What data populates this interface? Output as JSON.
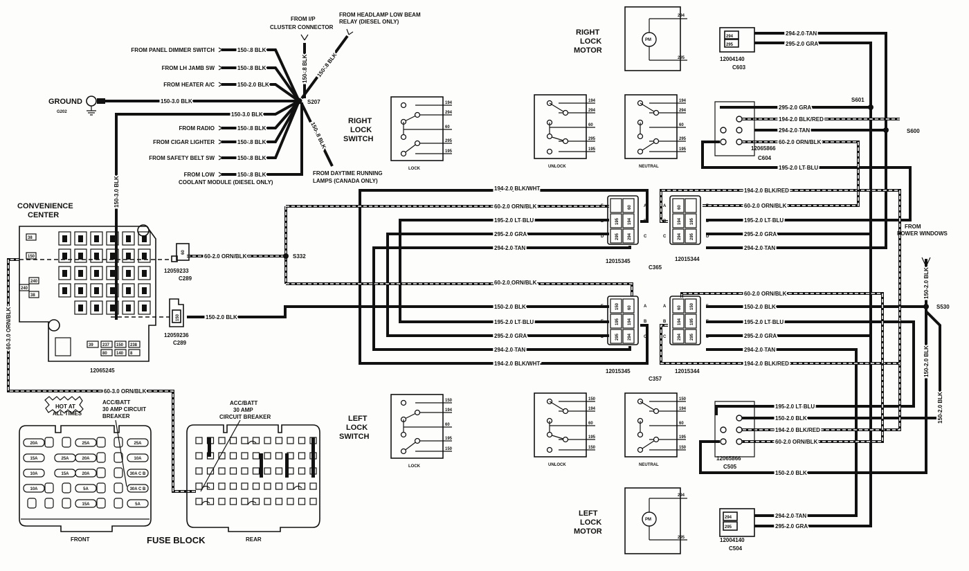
{
  "ground": {
    "title": "GROUND",
    "id": "G202",
    "wire": "150-3.0 BLK"
  },
  "s207": {
    "id": "S207",
    "inputs": [
      {
        "from": "FROM PANEL DIMMER SWITCH",
        "wire": "150-.8 BLK"
      },
      {
        "from": "FROM LH JAMB SW",
        "wire": "150-.8 BLK"
      },
      {
        "from": "FROM HEATER A/C",
        "wire": "150-2.0 BLK"
      },
      {
        "from": "FROM RADIO",
        "wire": "150-.8 BLK"
      },
      {
        "from": "FROM CIGAR LIGHTER",
        "wire": "150-.8 BLK"
      },
      {
        "from": "FROM SAFETY BELT SW",
        "wire": "150-.8 BLK"
      },
      {
        "from": "FROM LOW",
        "from2": "COOLANT MODULE (DIESEL ONLY)",
        "wire": "150-.8 BLK"
      }
    ],
    "down_wire": "150-3.0 BLK",
    "vertical_wire": "150-3.0 BLK",
    "ip_cluster": {
      "line1": "FROM I/P",
      "line2": "CLUSTER  CONNECTOR",
      "wire": "150-.8 BLK"
    },
    "headlamp": {
      "line1": "FROM HEADLAMP LOW BEAM",
      "line2": "RELAY (DIESEL ONLY)",
      "wire": "150-.8 BLK"
    },
    "drl": {
      "line1": "FROM DAYTIME RUNNING",
      "line2": "LAMPS (CANADA ONLY)",
      "wire": "150-.8 BLK"
    }
  },
  "convenience_center": {
    "title1": "CONVENIENCE",
    "title2": "CENTER",
    "part": "12065245",
    "cells": [
      "38",
      "150",
      "240",
      "240",
      "38"
    ],
    "lower_cells": [
      "39",
      "237",
      "150",
      "238",
      "80",
      "140",
      "8"
    ]
  },
  "c289_upper": {
    "pin": "60",
    "part": "12059233",
    "id": "C289",
    "wire": "60-2.0 ORN/BLK"
  },
  "c289_lower": {
    "pin": "150",
    "part": "12059236",
    "id": "C289",
    "wire": "150-2.0 BLK"
  },
  "s332": {
    "id": "S332"
  },
  "orn_feed": {
    "wire_v": "60-3.0 ORN/BLK",
    "wire_h": "60-3.0 ORN/BLK"
  },
  "c365": {
    "id": "C365",
    "left": {
      "part": "12015345",
      "pins": [
        "60",
        "195",
        "194",
        "295",
        "294"
      ],
      "letters": [
        "F",
        "E",
        "D",
        "A",
        "B",
        "C"
      ],
      "wires": [
        "194-2.0 BLK/WHT",
        "60-2.0 ORN/BLK",
        "195-2.0 LT BLU",
        "295-2.0 GRA",
        "294-2.0 TAN"
      ]
    },
    "right": {
      "part": "12015344",
      "pins": [
        "60",
        "194",
        "195",
        "294",
        "295"
      ],
      "letters": [
        "A",
        "B",
        "C",
        "F",
        "E",
        "D"
      ],
      "wires": [
        "194-2.0 BLK/RED",
        "60-2.0 ORN/BLK",
        "195-2.0 LT BLU",
        "295-2.0 GRA",
        "294-2.0 TAN"
      ]
    }
  },
  "c357": {
    "id": "C357",
    "left": {
      "part": "12015345",
      "pins": [
        "150",
        "60",
        "195",
        "194",
        "295",
        "294"
      ],
      "letters": [
        "F",
        "E",
        "D",
        "A",
        "B",
        "C"
      ],
      "wires": [
        "60-2.0 ORN/BLK",
        "150-2.0 BLK",
        "195-2.0 LT BLU",
        "295-2.0 GRA",
        "294-2.0 TAN",
        "194-2.0 BLK/WHT"
      ]
    },
    "right": {
      "part": "12015344",
      "pins": [
        "60",
        "150",
        "194",
        "195",
        "294",
        "295"
      ],
      "letters": [
        "A",
        "B",
        "C",
        "F",
        "E",
        "D"
      ],
      "wires": [
        "60-2.0 ORN/BLK",
        "150-2.0 BLK",
        "195-2.0 LT BLU",
        "295-2.0 GRA",
        "294-2.0 TAN",
        "194-2.0 BLK/RED"
      ]
    }
  },
  "power_windows": {
    "line1": "FROM",
    "line2": "POWER WINDOWS",
    "wire": "150-2.0 BLK"
  },
  "s530": {
    "id": "S530",
    "wire_down": "150-2.0 BLK",
    "wire_diag": "150-2.0 BLK"
  },
  "right_lock_motor": {
    "t1": "RIGHT",
    "t2": "LOCK",
    "t3": "MOTOR",
    "motor": "PM",
    "pin_top": "294",
    "pin_bottom": "295"
  },
  "c603": {
    "pins": [
      "294",
      "295"
    ],
    "part": "12004140",
    "id": "C603",
    "wires": [
      "294-2.0 TAN",
      "295-2.0 GRA"
    ]
  },
  "right_lock_switch": {
    "t1": "RIGHT",
    "t2": "LOCK",
    "t3": "SWITCH",
    "caption": "LOCK",
    "pins": [
      "194",
      "294",
      "60",
      "295",
      "195"
    ]
  },
  "right_unlock": {
    "caption": "UNLOCK",
    "pins": [
      "194",
      "294",
      "60",
      "295",
      "195"
    ]
  },
  "right_neutral": {
    "caption": "NEUTRAL",
    "pins": [
      "194",
      "294",
      "60",
      "295",
      "195"
    ]
  },
  "c604": {
    "part": "12065866",
    "id": "C604",
    "s601": "S601",
    "s600": "S600",
    "wires": [
      "295-2.0 GRA",
      "194-2.0 BLK/RED",
      "294-2.0 TAN",
      "60-2.0 ORN/BLK",
      "195-2.0 LT BLU"
    ]
  },
  "left_lock_switch": {
    "t1": "LEFT",
    "t2": "LOCK",
    "t3": "SWITCH",
    "caption": "LOCK",
    "pins": [
      "150",
      "194",
      "60",
      "195",
      "150"
    ]
  },
  "left_unlock": {
    "caption": "UNLOCK",
    "pins": [
      "150",
      "194",
      "60",
      "195",
      "150"
    ]
  },
  "left_neutral": {
    "caption": "NEUTRAL",
    "pins": [
      "150",
      "194",
      "60",
      "195",
      "150"
    ]
  },
  "c505": {
    "part": "12065866",
    "id": "C505",
    "wires": [
      "195-2.0 LT BLU",
      "150-2.0 BLK",
      "194-2.0 BLK/RED",
      "60-2.0 ORN/BLK",
      "150-2.0 BLK"
    ]
  },
  "left_lock_motor": {
    "t1": "LEFT",
    "t2": "LOCK",
    "t3": "MOTOR",
    "motor": "PM",
    "pin_top": "294",
    "pin_bottom": "295"
  },
  "c504": {
    "pins": [
      "294",
      "295"
    ],
    "part": "12004140",
    "id": "C504",
    "wires": [
      "294-2.0 TAN",
      "295-2.0 GRA"
    ]
  },
  "fuse_block": {
    "title": "FUSE BLOCK",
    "front": "FRONT",
    "rear": "REAR",
    "hot": {
      "l1": "HOT AT",
      "l2": "ALL TIMES"
    },
    "acc_front": {
      "l1": "ACC/BATT",
      "l2": "30 AMP CIRCUIT",
      "l3": "BREAKER"
    },
    "acc_rear": {
      "l1": "ACC/BATT",
      "l2": "30 AMP",
      "l3": "CIRCUIT BREAKER"
    },
    "fuses": [
      "20A",
      "25A",
      "25A",
      "15A",
      "25A",
      "20A",
      "10A",
      "10A",
      "15A",
      "20A",
      "30A C B",
      "10A",
      "5A",
      "30A C B",
      "15A",
      "5A"
    ]
  }
}
